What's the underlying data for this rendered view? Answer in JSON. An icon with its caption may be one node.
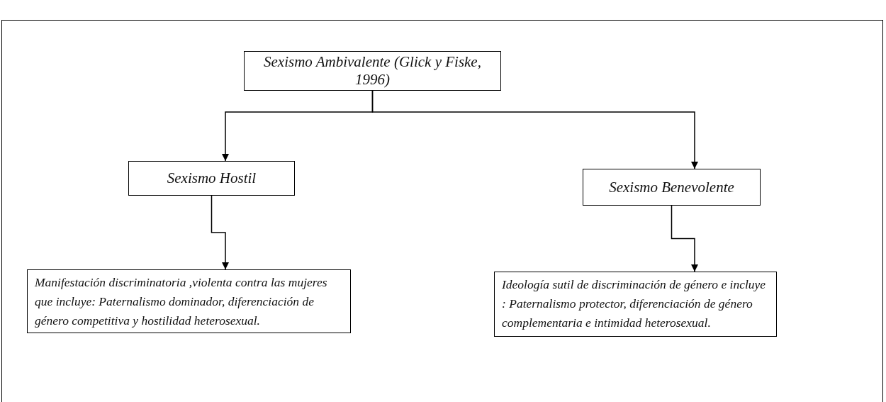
{
  "diagram": {
    "nodes": [
      {
        "text": [
          "Sexismo Ambivalente (Glick y Fiske, 1996)"
        ]
      },
      {
        "text": [
          "Sexismo Hostil"
        ]
      },
      {
        "text": [
          "Sexismo Benevolente"
        ]
      },
      {
        "text": [
          "Manifestación discriminatoria ,violenta contra las mujeres que incluye: Paternalismo dominador, diferenciación de género competitiva y hostilidad heterosexual."
        ]
      },
      {
        "text": [
          "Ideología sutil de discriminación de género e incluye : Paternalismo protector, diferenciación de género complementaria e intimidad heterosexual."
        ]
      }
    ],
    "edges": [
      {
        "from": 0,
        "to": 1,
        "arrow": "to"
      },
      {
        "from": 0,
        "to": 2,
        "arrow": "to"
      },
      {
        "from": 1,
        "to": 3,
        "arrow": "to"
      },
      {
        "from": 2,
        "to": 4,
        "arrow": "to"
      }
    ]
  }
}
